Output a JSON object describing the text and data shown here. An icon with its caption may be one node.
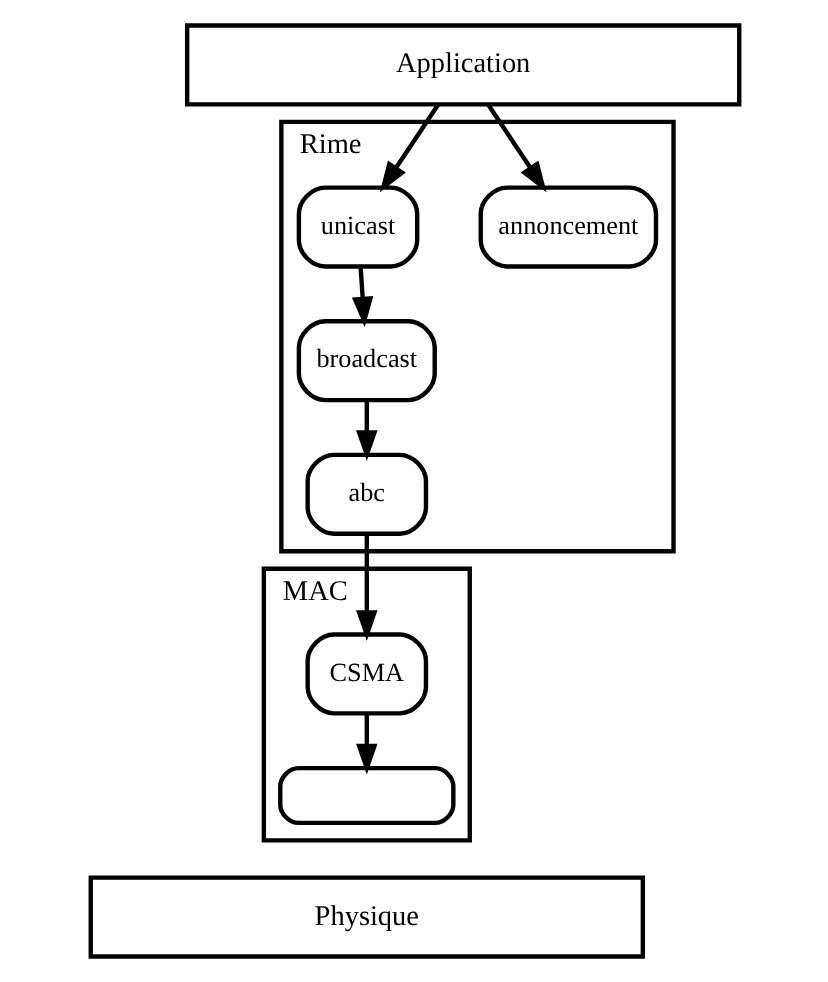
{
  "diagram": {
    "nodes": [
      {
        "text": [
          "Application"
        ]
      },
      {
        "text": [
          "Rime"
        ]
      },
      {
        "text": [
          "annoncement"
        ],
        "in": 1
      },
      {
        "text": [
          "unicast"
        ],
        "in": 1
      },
      {
        "text": [
          "broadcast"
        ],
        "in": 1
      },
      {
        "text": [
          "abc"
        ],
        "in": 1
      },
      {
        "text": [
          "MAC"
        ]
      },
      {
        "text": [
          "CSMA"
        ],
        "in": 6
      },
      {
        "text": [],
        "shape": "box",
        "in": 6
      },
      {
        "text": [
          "Physique"
        ]
      }
    ],
    "edges": [
      {
        "from": 0,
        "to": 2,
        "arrow": "to"
      },
      {
        "from": 0,
        "to": 3,
        "arrow": "to"
      },
      {
        "from": 3,
        "to": 4,
        "arrow": "to"
      },
      {
        "from": 4,
        "to": 5,
        "arrow": "to"
      },
      {
        "from": 5,
        "to": 7,
        "arrow": "to"
      },
      {
        "from": 7,
        "to": 8,
        "arrow": "to"
      }
    ]
  }
}
